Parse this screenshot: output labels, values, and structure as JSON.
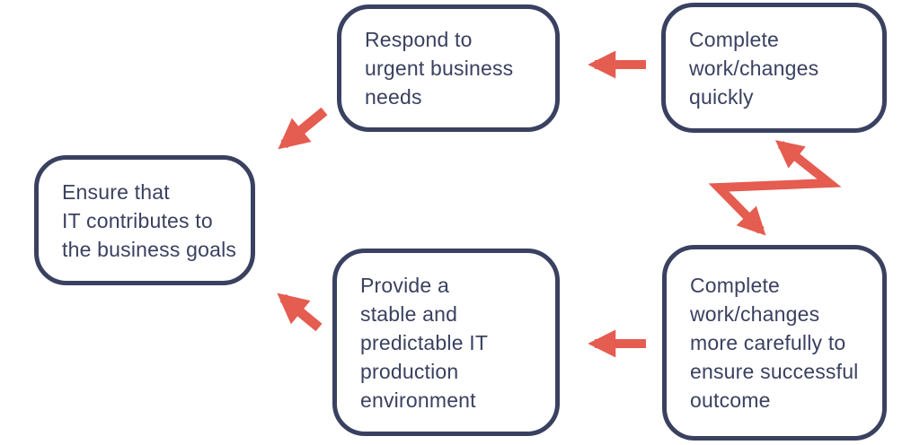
{
  "diagram": {
    "type": "flow-diagram",
    "background_color": "#ffffff",
    "node_border_color": "#3a4160",
    "node_text_color": "#3a4160",
    "arrow_color": "#e55c50",
    "nodes": [
      {
        "id": "respond-urgent",
        "label": "Respond to\nurgent business\nneeds"
      },
      {
        "id": "complete-quickly",
        "label": "Complete\nwork/changes\nquickly"
      },
      {
        "id": "ensure-goals",
        "label": "Ensure that\nIT contributes to\nthe business goals"
      },
      {
        "id": "stable-environment",
        "label": "Provide a\nstable and\npredictable IT\nproduction\nenvironment"
      },
      {
        "id": "complete-carefully",
        "label": "Complete\nwork/changes\nmore carefully to\nensure successful\noutcome"
      }
    ],
    "edges": [
      {
        "from": "complete-quickly",
        "to": "respond-urgent",
        "style": "straight"
      },
      {
        "from": "respond-urgent",
        "to": "ensure-goals",
        "style": "straight"
      },
      {
        "from": "complete-carefully",
        "to": "stable-environment",
        "style": "straight"
      },
      {
        "from": "stable-environment",
        "to": "ensure-goals",
        "style": "straight"
      },
      {
        "from": "complete-carefully",
        "to": "complete-quickly",
        "style": "zigzag-conflict"
      }
    ]
  }
}
